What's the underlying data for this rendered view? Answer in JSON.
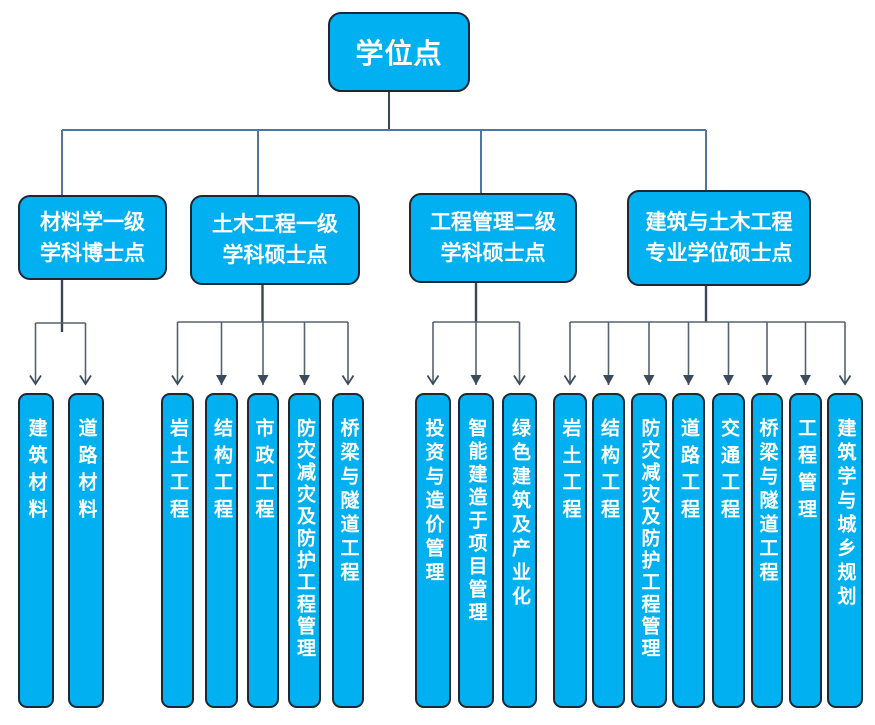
{
  "colors": {
    "node_fill": "#00b0f0",
    "node_border": "#1c2833",
    "node_text": "#ffffff",
    "connector_top": "#4a76a8",
    "connector_stub": "#3a4654",
    "connector_line": "#56636f",
    "arrow_head": "#3c4b5c",
    "background": "#ffffff"
  },
  "root": {
    "label": "学位点"
  },
  "branches": [
    {
      "label": "材料学一级\n学科博士点",
      "children": [
        "建筑材料",
        "道路材料"
      ]
    },
    {
      "label": "土木工程一级\n学科硕士点",
      "children": [
        "岩土工程",
        "结构工程",
        "市政工程",
        "防灾减灾及防护工程管理",
        "桥梁与隧道工程"
      ]
    },
    {
      "label": "工程管理二级\n学科硕士点",
      "children": [
        "投资与造价管理",
        "智能建造于项目管理",
        "绿色建筑及产业化"
      ]
    },
    {
      "label": "建筑与土木工程\n专业学位硕士点",
      "children": [
        "岩土工程",
        "结构工程",
        "防灾减灾及防护工程管理",
        "道路工程",
        "交通工程",
        "桥梁与隧道工程",
        "工程管理",
        "建筑学与城乡规划"
      ]
    }
  ]
}
